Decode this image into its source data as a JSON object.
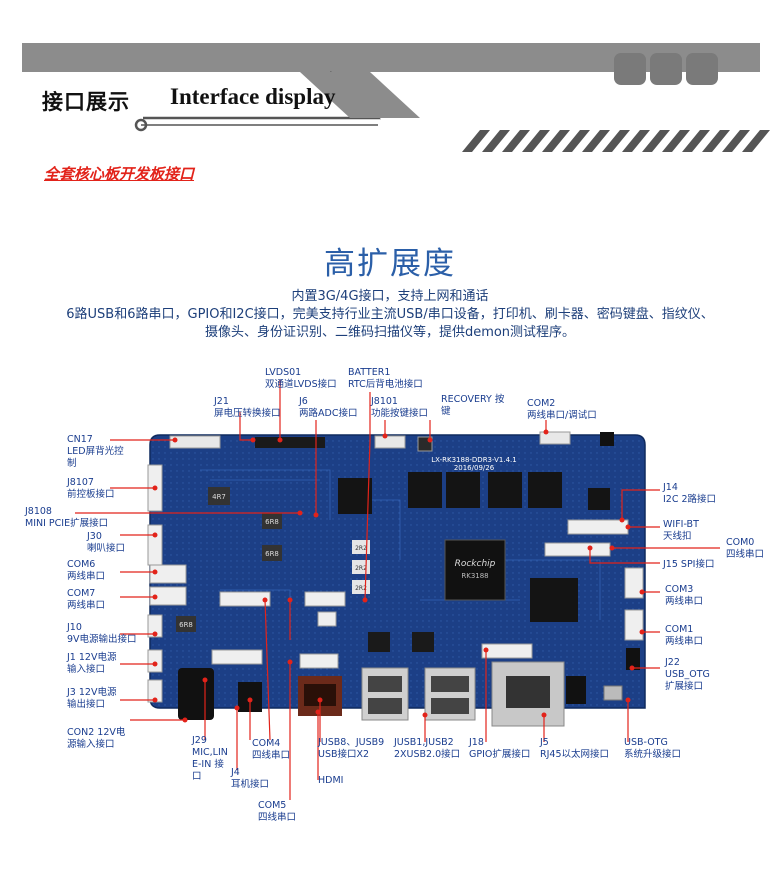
{
  "header": {
    "title_cn": "接口展示",
    "title_en": "Interface display"
  },
  "subtitle_link": "全套核心板开发板接口",
  "main": {
    "title": "高扩展度",
    "desc_line1": "内置3G/4G接口，支持上网和通话",
    "desc_line2": "6路USB和6路串口，GPIO和I2C接口，完美支持行业主流USB/串口设备，打印机、刷卡器、密码键盘、指纹仪、",
    "desc_line3": "摄像头、身份证识别、二维码扫描仪等，提供demon测试程序。"
  },
  "board": {
    "silkscreen": "LX-RK3188-DDR3-V1.4.1",
    "date": "2016/09/26",
    "chip_brand": "Rockchip",
    "chip_model": "RK3188",
    "inductors": [
      "4R7",
      "6R8",
      "6R8",
      "6R8"
    ],
    "cap_marks": [
      "2R2",
      "2R2",
      "2R2"
    ]
  },
  "labels": {
    "lvds01": "LVDS01\n双通道LVDS接口",
    "batter1": "BATTER1\nRTC后背电池接口",
    "recovery": "RECOVERY 按\n键",
    "com2": "COM2\n两线串口/调试口",
    "j21": "J21\n屏电压转换接口",
    "j6": "J6\n两路ADC接口",
    "j8101": "J8101\n功能按键接口",
    "cn17": "CN17\nLED屏背光控\n制",
    "j8107": "J8107\n前控板接口",
    "j8108": "J8108\nMINI PCIE扩展接口",
    "j30": "J30\n喇叭接口",
    "com6": "COM6\n两线串口",
    "com7": "COM7\n两线串口",
    "j10": "J10\n9V电源输出接口",
    "j1": "J1    12V电源\n输入接口",
    "j3": "J3    12V电源\n输出接口",
    "con2": "CON2  12V电\n源输入接口",
    "j14": "J14\nI2C 2路接口",
    "wifi": "WIFI-BT\n天线扣",
    "com0": "COM0\n四线串口",
    "j15": "J15 SPI接口",
    "com3": "COM3\n两线串口",
    "com1": "COM1\n两线串口",
    "j22": "J22\nUSB_OTG\n扩展接口",
    "j29": "J29\nMIC,LIN\nE-IN    接\n口",
    "com4": "COM4\n四线串口",
    "j4": "J4\n耳机接口",
    "jusb89": "JUSB8、JUSB9\nUSB接口X2",
    "hdmi": "HDMI",
    "jusb12": "JUSB1,JUSB2\n2XUSB2.0接口",
    "j18": "J18\nGPIO扩展接口",
    "j5": "J5\nRJ45以太网接口",
    "usbotg": "USB-OTG\n系统升级接口",
    "com5": "COM5\n四线串口"
  },
  "colors": {
    "accent_red": "#e2231a",
    "title_blue": "#2b5fa8",
    "label_blue": "#1a3d8f",
    "pcb_blue": "#1c3f86",
    "header_gray": "#8c8c8c"
  }
}
